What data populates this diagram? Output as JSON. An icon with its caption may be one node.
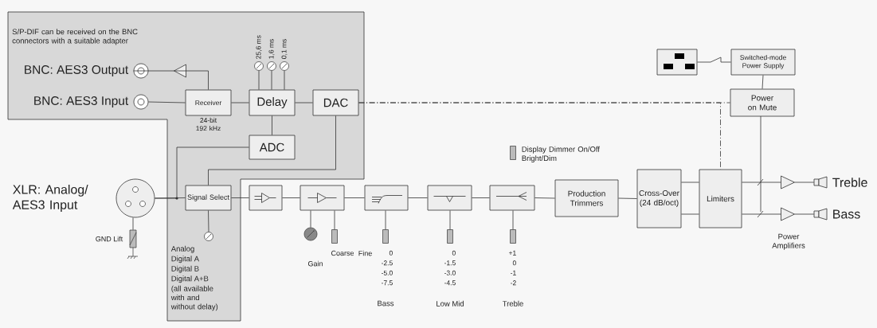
{
  "diagram": {
    "nodes": [
      {
        "text": [
          "S/P-DIF can be received on the BNC connectors with a suitable adapter"
        ]
      },
      {
        "text": [],
        "shape": "circle",
        "beside": [
          "BNC: AES3 Output"
        ],
        "in": 0
      },
      {
        "text": [],
        "shape": "circle",
        "beside": [
          "BNC: AES3 Input"
        ],
        "in": 0
      },
      {
        "text": [],
        "shape": "triangle",
        "in": 0
      },
      {
        "text": [
          "Receiver"
        ],
        "beside": [
          "24-bit 192 kHz"
        ],
        "in": 0
      },
      {
        "text": [
          "Delay"
        ],
        "in": 0
      },
      {
        "text": [
          "DAC"
        ],
        "in": 0
      },
      {
        "text": [
          "ADC"
        ],
        "in": 0
      },
      {
        "text": [],
        "shape": "circle",
        "beside": [
          "25,6 ms"
        ],
        "in": 0
      },
      {
        "text": [],
        "shape": "circle",
        "beside": [
          "1,6 ms"
        ],
        "in": 0
      },
      {
        "text": [],
        "shape": "circle",
        "beside": [
          "0,1 ms"
        ],
        "in": 0
      },
      {
        "text": [
          "Signal Select"
        ],
        "in": 0
      },
      {
        "text": [],
        "shape": "circle",
        "beside": [
          "Analog",
          "Digital A",
          "Digital B",
          "Digital A+B",
          "(all available with and without delay)"
        ],
        "in": 0
      },
      {
        "text": [],
        "shape": "circle",
        "beside": [
          "XLR: Analog/ AES3 Input"
        ]
      },
      {
        "text": [],
        "shape": "box",
        "beside": [
          "GND Lift"
        ]
      },
      {
        "text": [],
        "shape": "box"
      },
      {
        "text": [],
        "shape": "box"
      },
      {
        "text": [],
        "shape": "circle",
        "beside": [
          "Gain"
        ]
      },
      {
        "text": [],
        "shape": "box",
        "beside": [
          "Coarse",
          "Fine"
        ]
      },
      {
        "text": [],
        "shape": "box"
      },
      {
        "text": [],
        "shape": "box",
        "beside": [
          "0",
          "-2.5",
          "-5.0",
          "-7.5",
          "Bass"
        ]
      },
      {
        "text": [],
        "shape": "box"
      },
      {
        "text": [],
        "shape": "box",
        "beside": [
          "0",
          "-1.5",
          "-3.0",
          "-4.5",
          "Low Mid"
        ]
      },
      {
        "text": [],
        "shape": "box"
      },
      {
        "text": [],
        "shape": "box",
        "beside": [
          "+1",
          "0",
          "-1",
          "-2",
          "Treble"
        ]
      },
      {
        "text": [
          "Production Trimmers"
        ]
      },
      {
        "text": [
          "Cross-Over (24 dB/oct)"
        ]
      },
      {
        "text": [
          "Limiters"
        ]
      },
      {
        "text": [],
        "shape": "triangle"
      },
      {
        "text": [],
        "shape": "triangle",
        "beside": [
          "Power Amplifiers"
        ]
      },
      {
        "text": [],
        "shape": "speaker",
        "beside": [
          "Treble"
        ]
      },
      {
        "text": [],
        "shape": "speaker",
        "beside": [
          "Bass"
        ]
      },
      {
        "text": [],
        "shape": "box"
      },
      {
        "text": [
          "Switched-mode Power Supply"
        ]
      },
      {
        "text": [
          "Power on Mute"
        ]
      },
      {
        "text": [],
        "shape": "box",
        "beside": [
          "Display Dimmer On/Off Bright/Dim"
        ]
      }
    ],
    "edges": [
      {
        "from": 3,
        "to": 1,
        "arrow": "none"
      },
      {
        "from": 4,
        "to": 3,
        "arrow": "none"
      },
      {
        "from": 2,
        "to": 4,
        "arrow": "none"
      },
      {
        "from": 4,
        "to": 5,
        "arrow": "none"
      },
      {
        "from": 5,
        "to": 6,
        "arrow": "none"
      },
      {
        "from": 8,
        "to": 5,
        "arrow": "none"
      },
      {
        "from": 9,
        "to": 5,
        "arrow": "none"
      },
      {
        "from": 10,
        "to": 5,
        "arrow": "none"
      },
      {
        "from": 7,
        "to": 5,
        "arrow": "none"
      },
      {
        "from": 13,
        "to": 7,
        "arrow": "none"
      },
      {
        "from": 13,
        "to": 11,
        "arrow": "none"
      },
      {
        "from": 6,
        "to": 11,
        "arrow": "none"
      },
      {
        "from": 12,
        "to": 11,
        "arrow": "none"
      },
      {
        "from": 14,
        "to": 13,
        "arrow": "none"
      },
      {
        "from": 11,
        "to": 15,
        "arrow": "none"
      },
      {
        "from": 15,
        "to": 16,
        "arrow": "none"
      },
      {
        "from": 16,
        "to": 19,
        "arrow": "none"
      },
      {
        "from": 19,
        "to": 21,
        "arrow": "none"
      },
      {
        "from": 21,
        "to": 23,
        "arrow": "none"
      },
      {
        "from": 23,
        "to": 25,
        "arrow": "none"
      },
      {
        "from": 25,
        "to": 26,
        "arrow": "none"
      },
      {
        "from": 17,
        "to": 16,
        "arrow": "none"
      },
      {
        "from": 18,
        "to": 16,
        "arrow": "none"
      },
      {
        "from": 20,
        "to": 19,
        "arrow": "none"
      },
      {
        "from": 22,
        "to": 21,
        "arrow": "none"
      },
      {
        "from": 24,
        "to": 23,
        "arrow": "none"
      },
      {
        "from": 26,
        "to": 27,
        "arrow": "none"
      },
      {
        "from": 26,
        "to": 27,
        "arrow": "none"
      },
      {
        "from": 27,
        "to": 28,
        "arrow": "none"
      },
      {
        "from": 27,
        "to": 29,
        "arrow": "none"
      },
      {
        "from": 28,
        "to": 30,
        "arrow": "none"
      },
      {
        "from": 29,
        "to": 31,
        "arrow": "none"
      },
      {
        "from": 32,
        "to": 33,
        "arrow": "none"
      },
      {
        "from": 33,
        "to": 34,
        "arrow": "none"
      },
      {
        "from": 6,
        "to": 34,
        "arrow": "none",
        "style": "dashed"
      },
      {
        "from": 6,
        "to": 27,
        "arrow": "none",
        "style": "dashed"
      }
    ]
  }
}
